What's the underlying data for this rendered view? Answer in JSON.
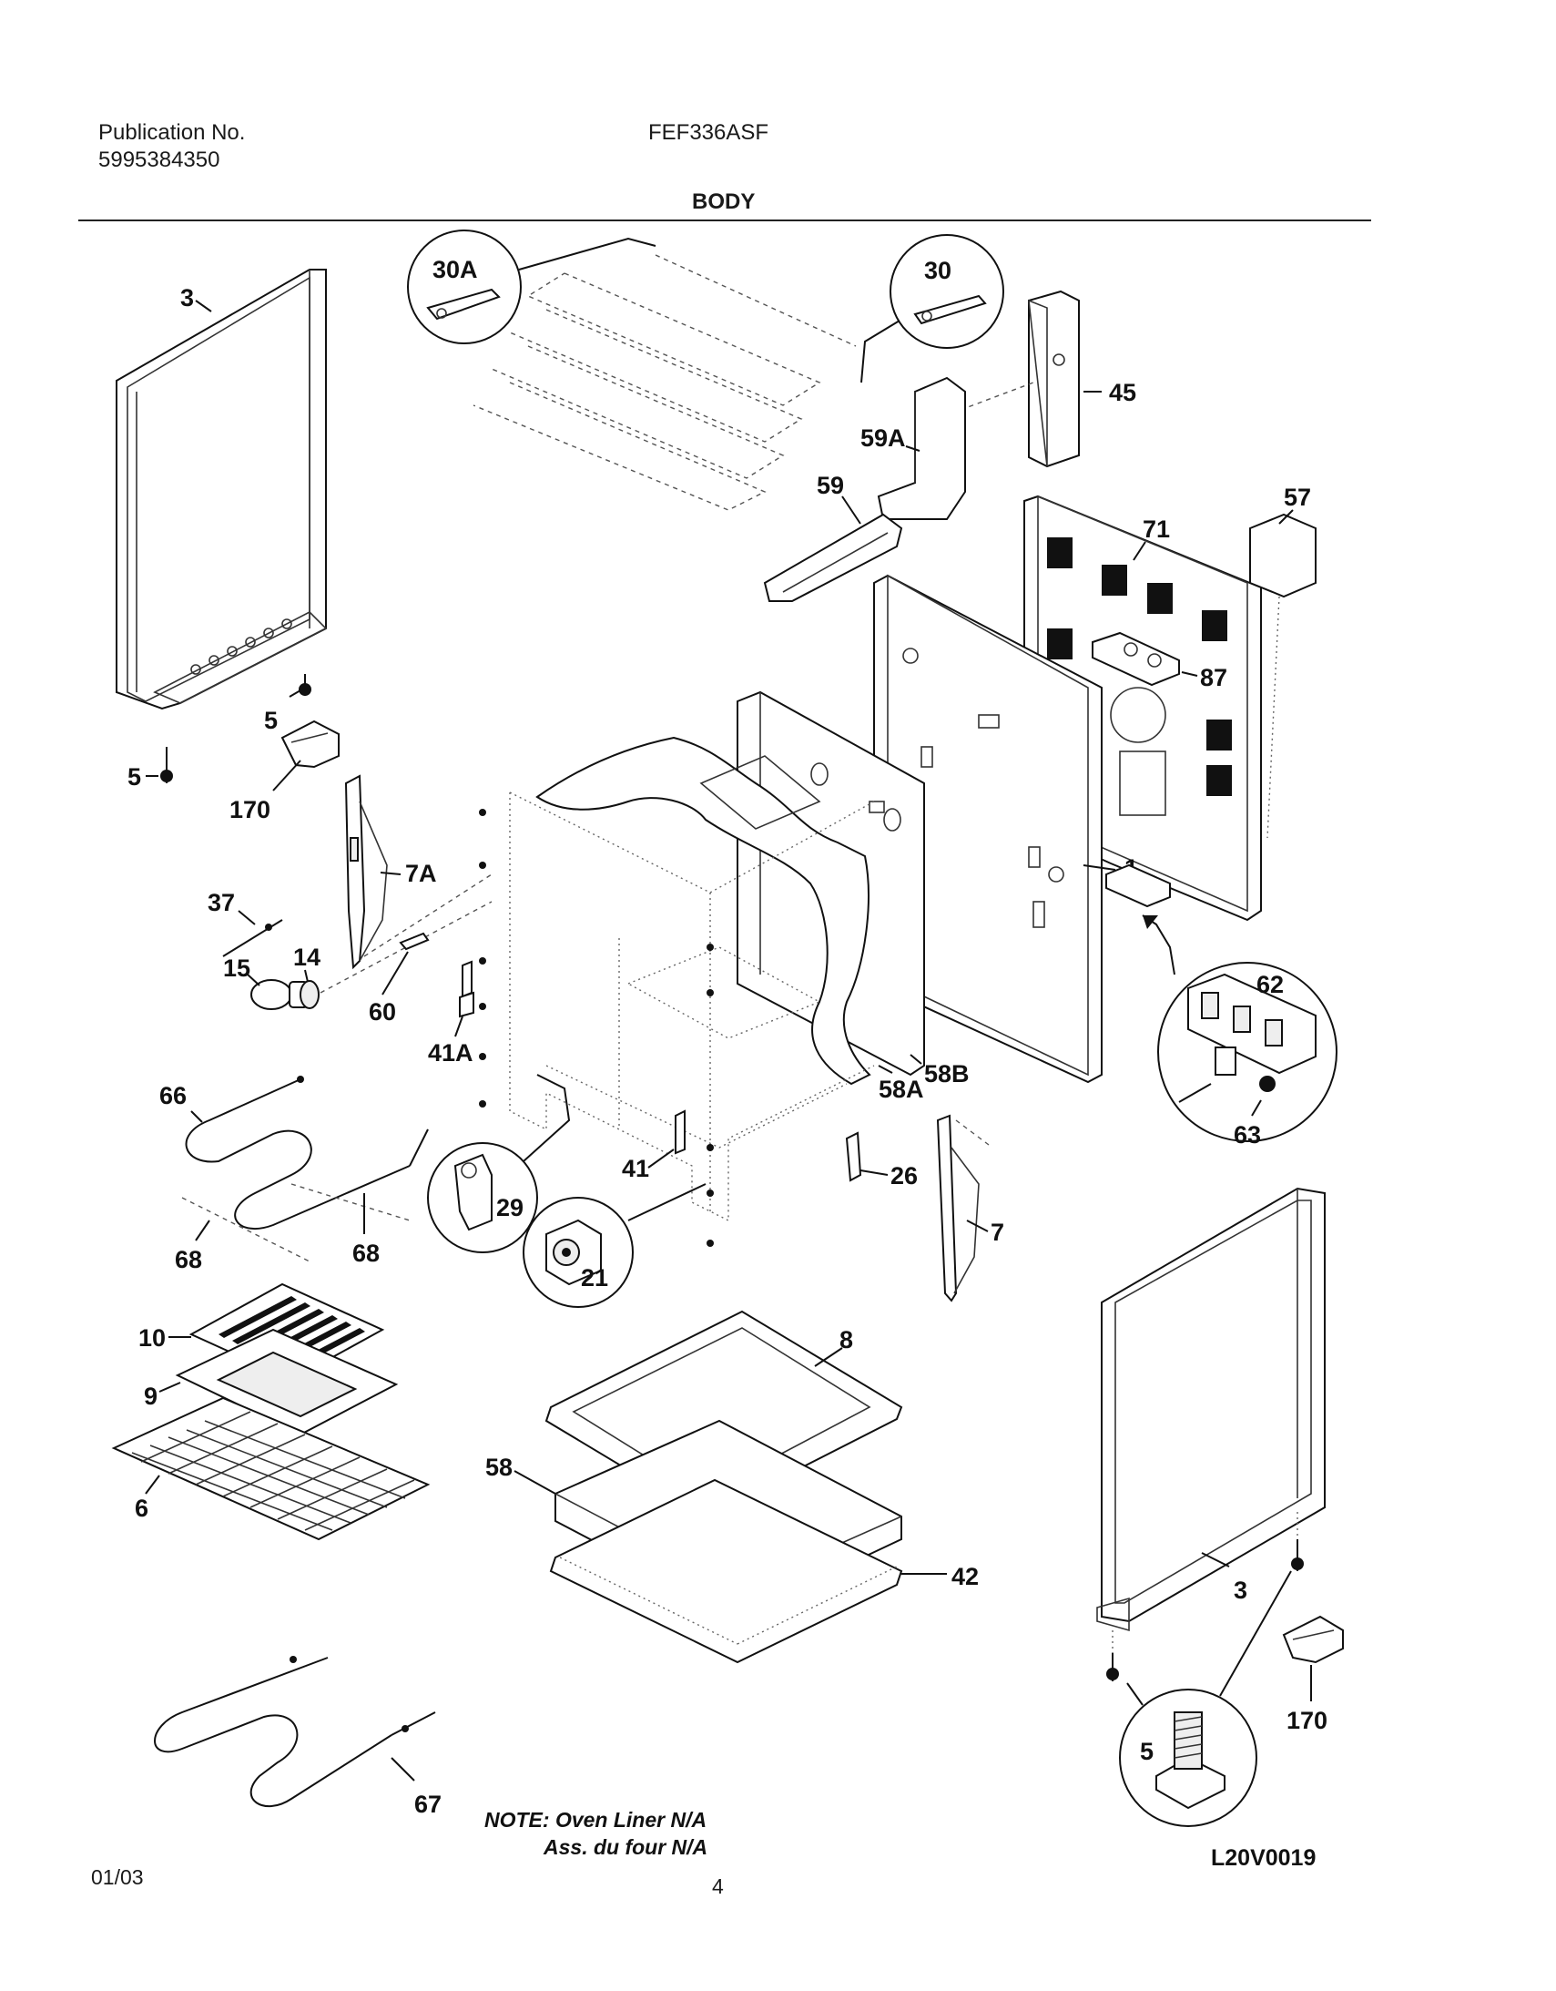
{
  "header": {
    "publication_label": "Publication No.",
    "publication_number": "5995384350",
    "model": "FEF336ASF",
    "section_title": "BODY"
  },
  "footer": {
    "date": "01/03",
    "page_number": "4"
  },
  "diagram": {
    "labels": {
      "p3_left": "3",
      "p5_a": "5",
      "p5_b": "5",
      "p170_left": "170",
      "p30a": "30A",
      "p30": "30",
      "p45": "45",
      "p59a": "59A",
      "p59": "59",
      "p57": "57",
      "p71": "71",
      "p87": "87",
      "p1": "1",
      "p7a": "7A",
      "p37": "37",
      "p14": "14",
      "p15": "15",
      "p60": "60",
      "p41a": "41A",
      "p58a": "58A",
      "p58b": "58B",
      "p62": "62",
      "p63": "63",
      "p66": "66",
      "p68_a": "68",
      "p68_b": "68",
      "p29": "29",
      "p41": "41",
      "p21": "21",
      "p26": "26",
      "p7": "7",
      "p10": "10",
      "p9": "9",
      "p6": "6",
      "p8": "8",
      "p58": "58",
      "p42": "42",
      "p3_right": "3",
      "p170_right": "170",
      "p5_right": "5",
      "p67": "67"
    },
    "note_line1": "NOTE: Oven Liner N/A",
    "note_line2": "Ass. du four N/A",
    "drawing_code": "L20V0019"
  }
}
